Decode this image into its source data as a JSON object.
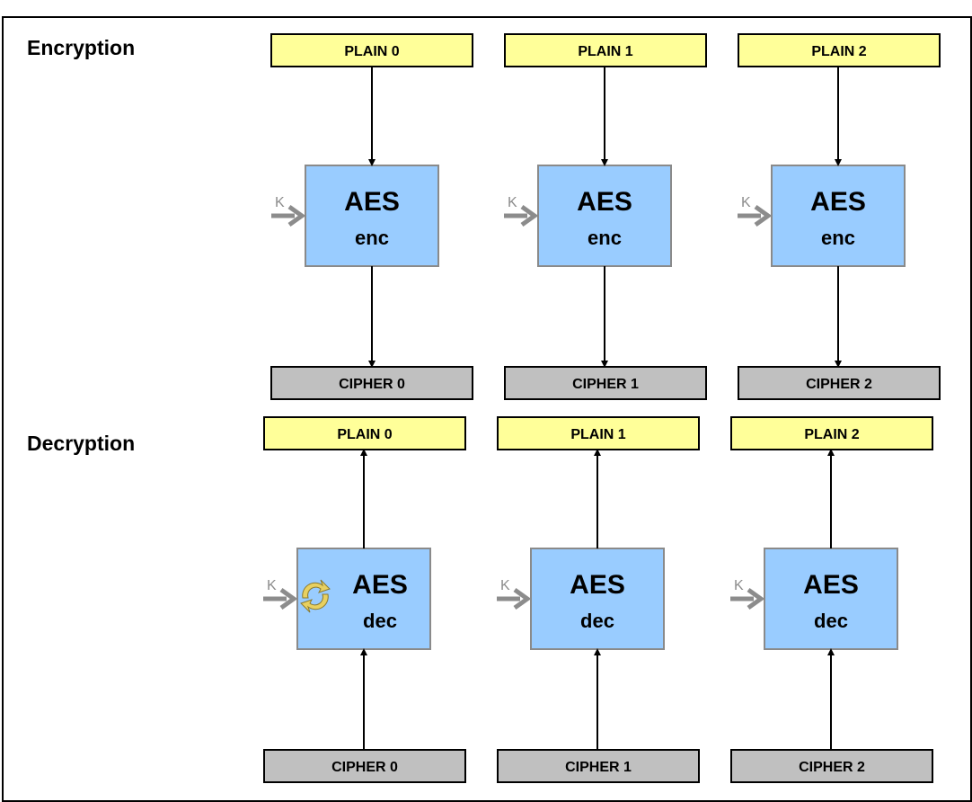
{
  "headings": {
    "encryption": "Encryption",
    "decryption": "Decryption"
  },
  "key_label": "K",
  "colors": {
    "plain_fill": "#ffff99",
    "cipher_fill": "#c0c0c0",
    "aes_fill": "#99ccff",
    "aes_border": "#8a8a8a",
    "key_arrow": "#8c8c8c",
    "swap_icon": "#e8d060"
  },
  "encryption_blocks": [
    {
      "plain": "PLAIN 0",
      "aes": "AES",
      "mode": "enc",
      "cipher": "CIPHER 0"
    },
    {
      "plain": "PLAIN 1",
      "aes": "AES",
      "mode": "enc",
      "cipher": "CIPHER 1"
    },
    {
      "plain": "PLAIN 2",
      "aes": "AES",
      "mode": "enc",
      "cipher": "CIPHER 2"
    }
  ],
  "decryption_blocks": [
    {
      "plain": "PLAIN 0",
      "aes": "AES",
      "mode": "dec",
      "cipher": "CIPHER 0",
      "key_swap_icon": "key-swap-icon"
    },
    {
      "plain": "PLAIN 1",
      "aes": "AES",
      "mode": "dec",
      "cipher": "CIPHER 1"
    },
    {
      "plain": "PLAIN 2",
      "aes": "AES",
      "mode": "dec",
      "cipher": "CIPHER 2"
    }
  ]
}
